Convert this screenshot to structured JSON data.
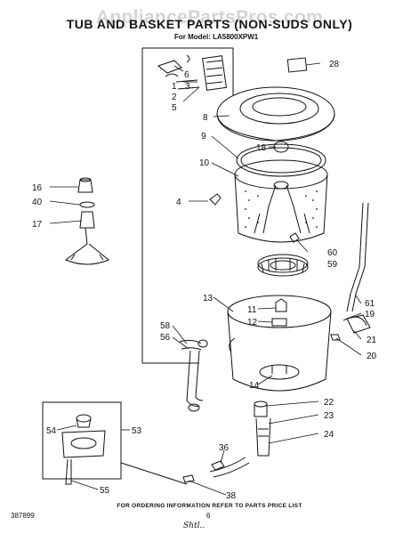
{
  "watermark": "AppliancePartsPros.com",
  "title": "TUB AND BASKET PARTS (NON-SUDS ONLY)",
  "model": "For Model: LA5800XPW1",
  "footer_note": "FOR ORDERING INFORMATION REFER TO PARTS PRICE LIST",
  "doc_number": "387899",
  "page_number": "6",
  "signature": "Shtl..",
  "callouts": [
    "1",
    "2",
    "3",
    "4",
    "5",
    "6",
    "8",
    "9",
    "10",
    "11",
    "12",
    "13",
    "14",
    "16",
    "17",
    "18",
    "19",
    "20",
    "21",
    "22",
    "23",
    "24",
    "28",
    "36",
    "38",
    "40",
    "53",
    "54",
    "55",
    "56",
    "58",
    "59",
    "60",
    "61"
  ]
}
